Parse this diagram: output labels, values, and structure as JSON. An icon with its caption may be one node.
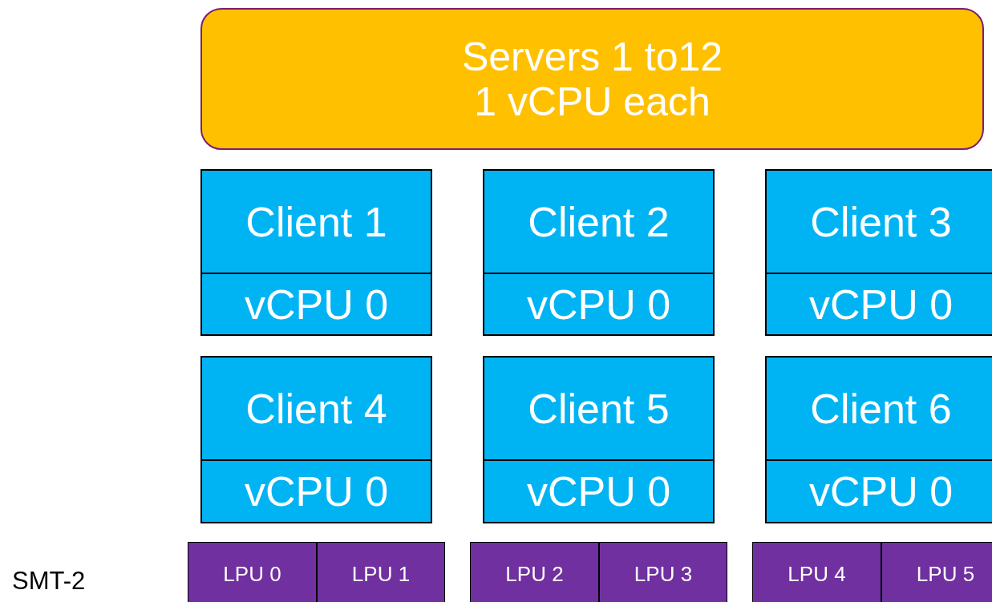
{
  "diagram": {
    "nodes": [
      {
        "text": [
          "Servers 1 to12",
          "1 vCPU each"
        ]
      },
      {
        "text": [
          "Client 1",
          "vCPU 0"
        ]
      },
      {
        "text": [
          "Client 2",
          "vCPU 0"
        ]
      },
      {
        "text": [
          "Client 3",
          "vCPU 0"
        ]
      },
      {
        "text": [
          "Client 4",
          "vCPU 0"
        ]
      },
      {
        "text": [
          "Client 5",
          "vCPU 0"
        ]
      },
      {
        "text": [
          "Client 6",
          "vCPU 0"
        ]
      },
      {
        "text": [
          "LPU 0"
        ]
      },
      {
        "text": [
          "LPU 1"
        ]
      },
      {
        "text": [
          "LPU 2"
        ]
      },
      {
        "text": [
          "LPU 3"
        ]
      },
      {
        "text": [
          "LPU 4"
        ]
      },
      {
        "text": [
          "LPU 5"
        ]
      }
    ],
    "labels": [
      "SMT-2"
    ]
  }
}
